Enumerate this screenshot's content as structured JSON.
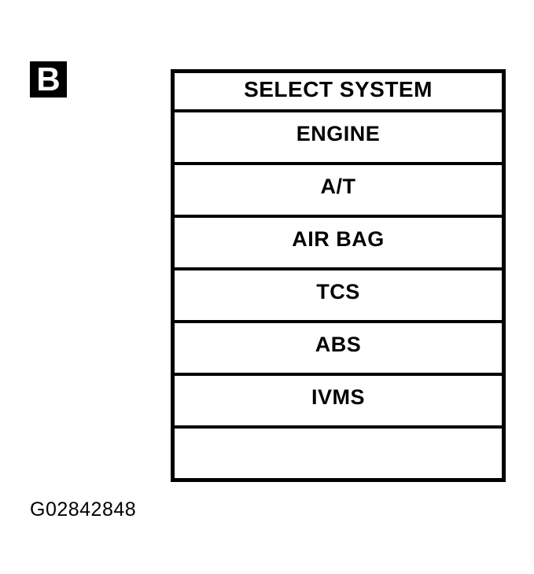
{
  "figure": {
    "panel_label": "B",
    "figure_id": "G02842848"
  },
  "screen": {
    "title": "SELECT SYSTEM",
    "items": [
      {
        "label": "ENGINE"
      },
      {
        "label": "A/T"
      },
      {
        "label": "AIR BAG"
      },
      {
        "label": "TCS"
      },
      {
        "label": "ABS"
      },
      {
        "label": "IVMS"
      },
      {
        "label": ""
      }
    ]
  },
  "colors": {
    "ink": "#000000",
    "paper": "#ffffff"
  }
}
